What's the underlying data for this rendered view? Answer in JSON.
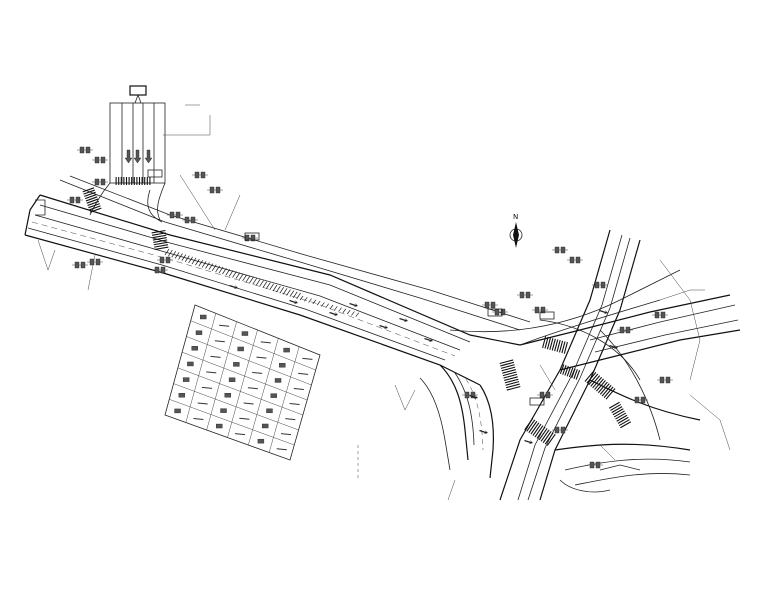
{
  "north_label": "N",
  "legend_rows": 7,
  "legend_cols": 6
}
